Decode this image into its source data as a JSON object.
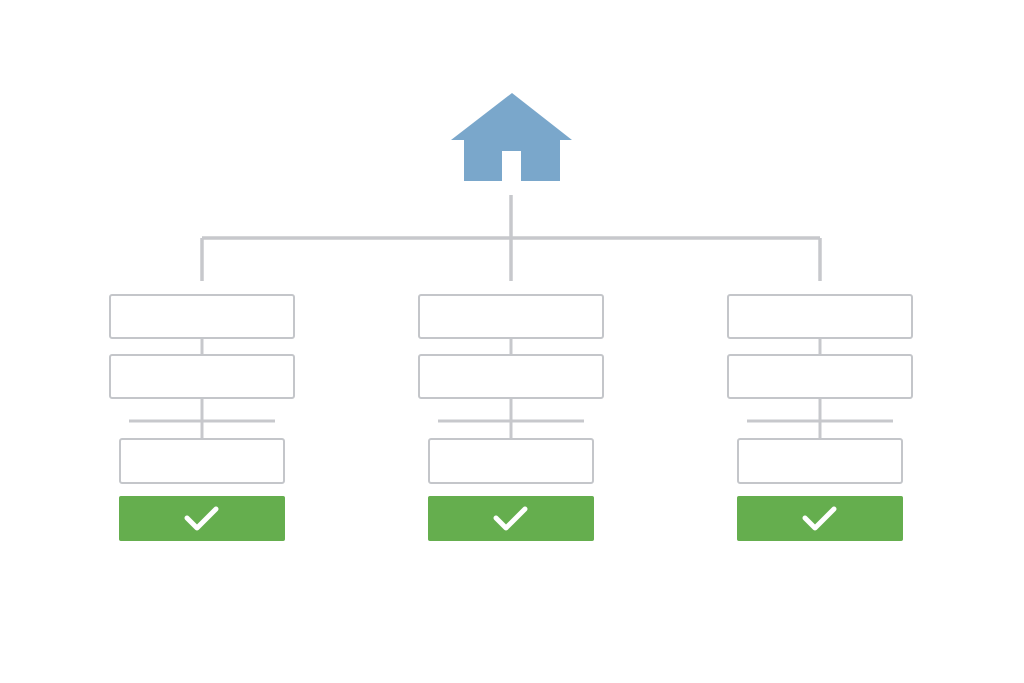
{
  "diagram": {
    "root": {
      "icon": "home-icon",
      "color": "#7aa7cb"
    },
    "connector_color": "#c7c8cc",
    "box_border_color": "#c4c6ca",
    "box_fill_color": "#ffffff",
    "branches": [
      {
        "id": "left",
        "steps": [
          "",
          "",
          ""
        ],
        "status": {
          "icon": "checkmark-icon",
          "color": "#65ae4e",
          "state": "complete"
        }
      },
      {
        "id": "center",
        "steps": [
          "",
          "",
          ""
        ],
        "status": {
          "icon": "checkmark-icon",
          "color": "#65ae4e",
          "state": "complete"
        }
      },
      {
        "id": "right",
        "steps": [
          "",
          "",
          ""
        ],
        "status": {
          "icon": "checkmark-icon",
          "color": "#65ae4e",
          "state": "complete"
        }
      }
    ]
  }
}
